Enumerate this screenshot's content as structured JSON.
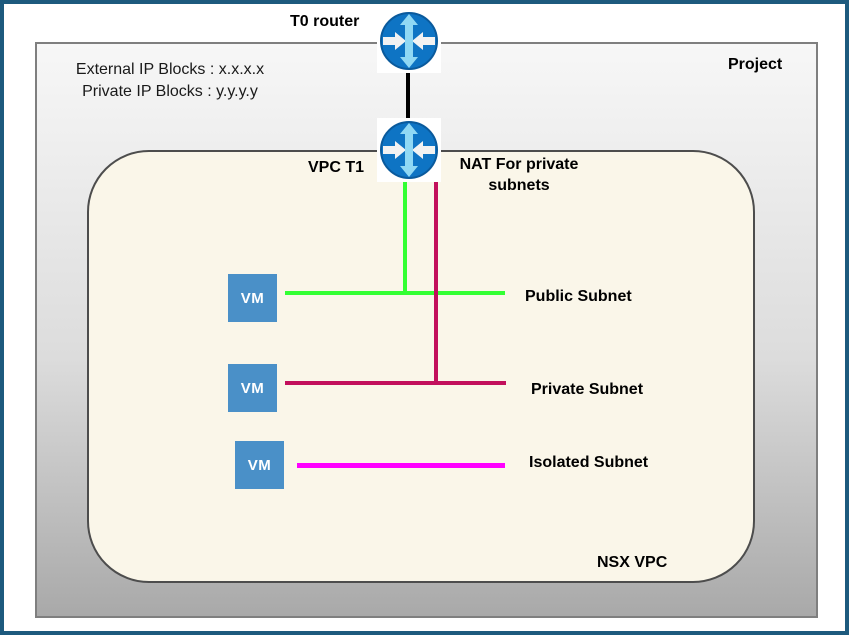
{
  "labels": {
    "project": "Project",
    "nsx_vpc": "NSX VPC",
    "external_ip_blocks": "External IP Blocks : x.x.x.x",
    "private_ip_blocks": "Private IP Blocks : y.y.y.y",
    "t0_router": "T0 router",
    "vpc_t1": "VPC T1",
    "nat": "NAT For private subnets",
    "vm": "VM"
  },
  "subnets": [
    {
      "label": "Public Subnet",
      "color": "#33ff33"
    },
    {
      "label": "Private Subnet",
      "color": "#c2105c"
    },
    {
      "label": "Isolated Subnet",
      "color": "#ff00ff"
    }
  ],
  "colors": {
    "outer_border": "#1d5a7e",
    "project_border": "#7f7f7f",
    "project_gradient_top": "#f7f7f7",
    "project_gradient_bottom": "#a9a9a9",
    "vpc_fill": "#faf6e9",
    "vpc_border": "#4d4d4d",
    "vm_fill": "#4a90c8",
    "router_blue": "#0e74c4",
    "router_stroke": "#0a5a9c",
    "router_arrow_light_blue": "#90d8f4",
    "router_arrow_white": "#f2f2f2",
    "t0_t1_link": "#000000"
  }
}
